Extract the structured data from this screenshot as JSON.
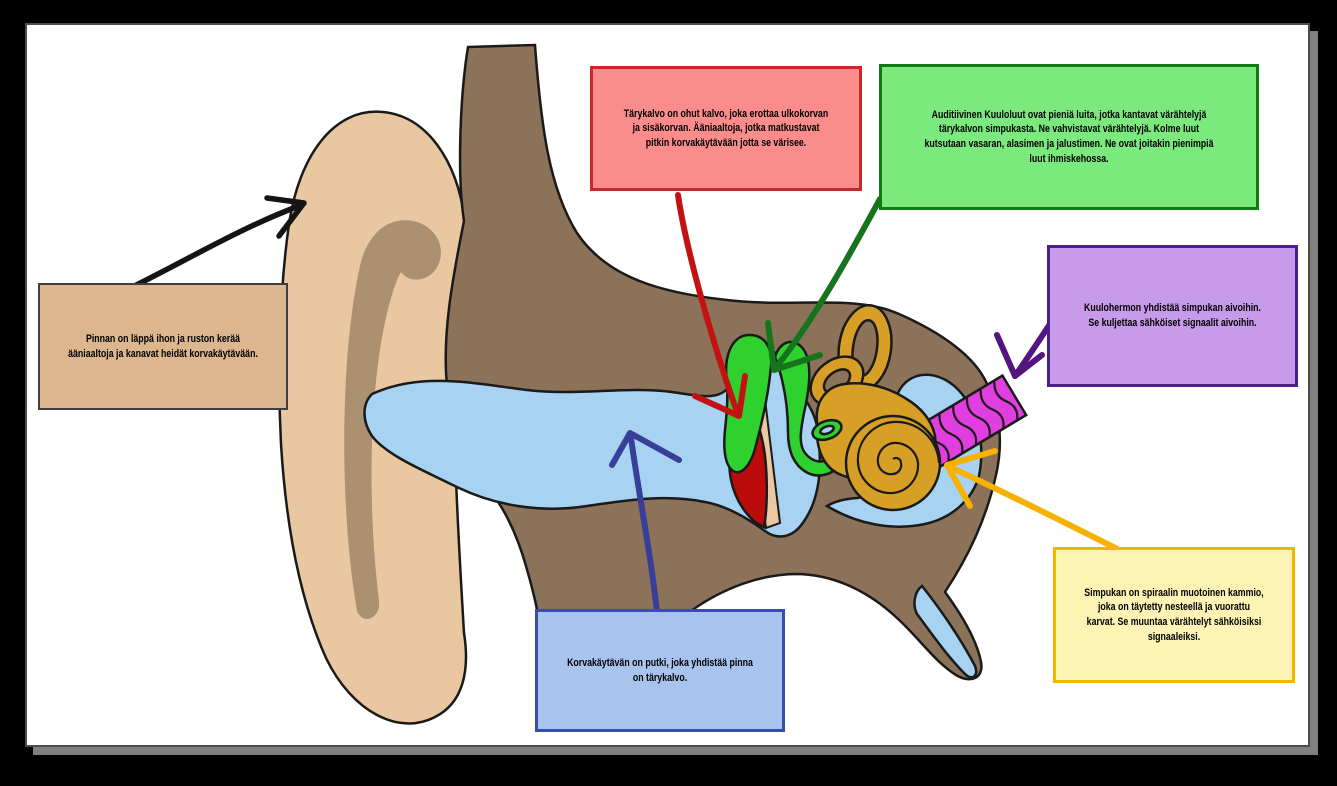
{
  "canvas": {
    "background": "#ffffff",
    "frame_background": "#000000",
    "border_color": "#4c4c4c",
    "shadow_color": "#808080"
  },
  "callouts": {
    "pinna": {
      "text": "Pinnan on läppä ihon ja ruston kerää ääniaaltoja ja kanavat heidät korvakäytävään.",
      "fill": "#dcb68e",
      "border": "#3f3f3f",
      "arrow_color": "#141414"
    },
    "tarykalvo": {
      "text": "Tärykalvo on ohut kalvo, joka erottaa ulkokorvan ja sisäkorvan. Ääniaaltoja, jotka matkustavat pitkin korvakäytävään jotta se värisee.",
      "fill": "#fb8c8c",
      "border": "#c52a2a",
      "arrow_color": "#c41111"
    },
    "kuuloluut": {
      "text": "Auditiivinen Kuuloluut ovat pieniä luita, jotka kantavat värähtelyjä tärykalvon simpukasta. Ne vahvistavat värähtelyjä. Kolme luut kutsutaan vasaran, alasimen ja jalustimen. Ne ovat joitakin pienimpiä luut ihmiskehossa.",
      "fill": "#7be97d",
      "border": "#0f7a12",
      "arrow_color": "#15741c"
    },
    "kuulohermo": {
      "text": "Kuulohermon yhdistää simpukan aivoihin. Se kuljettaa sähköiset signaalit aivoihin.",
      "fill": "#c89aea",
      "border": "#4b1f8c",
      "arrow_color": "#54157f"
    },
    "simpukka": {
      "text": "Simpukan on spiraalin muotoinen kammio, joka on täytetty nesteellä ja vuorattu karvat. Se muuntaa värähtelyt sähköisiksi signaaleiksi.",
      "fill": "#fcf3b4",
      "border": "#f7b500",
      "arrow_color": "#f7b100"
    },
    "korvakaytava": {
      "text": "Korvakäytävän on putki, joka yhdistää pinna on tärykalvo.",
      "fill": "#a9c3ef",
      "border": "#3a4da8",
      "arrow_color": "#373f9b"
    }
  },
  "anatomy": {
    "pinna": {
      "color": "#e9c7a0"
    },
    "pinna_fold": {
      "color": "#ab9170"
    },
    "head_tissue": {
      "color": "#8b7258"
    },
    "ear_canal": {
      "color": "#a8d2f2"
    },
    "eardrum": {
      "color": "#bb0b0b"
    },
    "eardrum_frame": {
      "color": "#eac9a2"
    },
    "ossicles": {
      "color": "#2fd12f"
    },
    "inner_ear": {
      "color": "#d89f26"
    },
    "auditory_nerve": {
      "color": "#e03ede"
    },
    "outline": {
      "color": "#1a1a1a"
    }
  }
}
